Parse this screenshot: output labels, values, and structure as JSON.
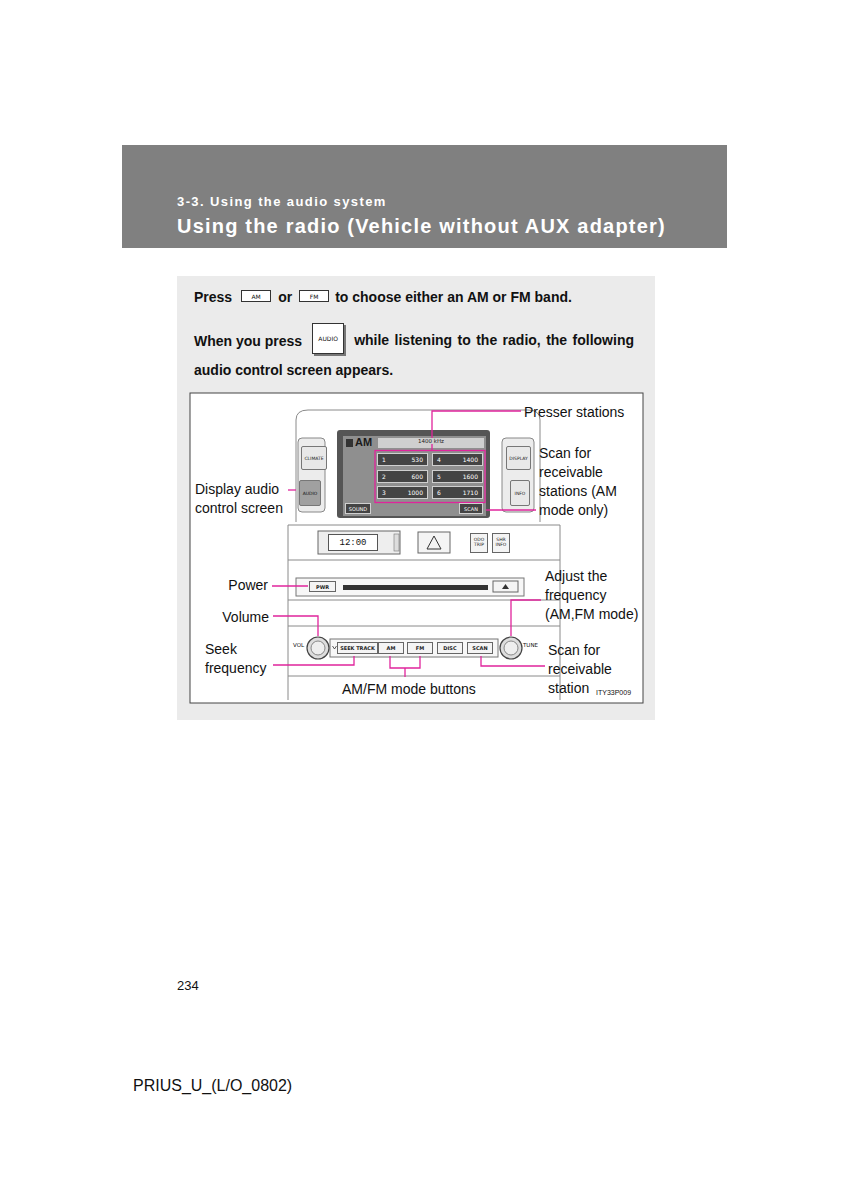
{
  "diagram": {
    "nodes": [
      {
        "text": [
          "3-3. Using the audio system",
          "Using the radio (Vehicle without AUX adapter)"
        ]
      },
      {
        "text": [
          "Press",
          "or",
          "to choose either an AM or FM band.",
          "When you press",
          "while listening to the radio, the following audio control screen appears."
        ]
      },
      {
        "text": [
          "AM"
        ],
        "in": 1
      },
      {
        "text": [
          "FM"
        ],
        "in": 1
      },
      {
        "text": [
          "AUDIO"
        ],
        "in": 1
      },
      {
        "text": [
          "AM",
          "1400 kHz"
        ],
        "in": 1
      },
      {
        "text": [
          "1",
          "530"
        ],
        "in": 5
      },
      {
        "text": [
          "4",
          "1400"
        ],
        "in": 5
      },
      {
        "text": [
          "2",
          "600"
        ],
        "in": 5
      },
      {
        "text": [
          "5",
          "1600"
        ],
        "in": 5
      },
      {
        "text": [
          "3",
          "1000"
        ],
        "in": 5
      },
      {
        "text": [
          "6",
          "1710"
        ],
        "in": 5
      },
      {
        "text": [
          "SOUND"
        ],
        "in": 5
      },
      {
        "text": [
          "SCAN"
        ],
        "in": 5
      },
      {
        "text": [
          "CLIMATE"
        ],
        "in": 1
      },
      {
        "text": [
          "AUDIO"
        ],
        "in": 1
      },
      {
        "text": [
          "DISPLAY"
        ],
        "in": 1
      },
      {
        "text": [
          "INFO"
        ],
        "in": 1
      },
      {
        "text": [
          "12:00"
        ],
        "in": 1
      },
      {
        "text": [
          "ODO TRIP"
        ],
        "in": 1
      },
      {
        "text": [
          "SHR INFO"
        ],
        "in": 1
      },
      {
        "text": [
          "PWR"
        ],
        "in": 1
      },
      {
        "text": [
          "SEEK TRACK"
        ],
        "in": 1
      },
      {
        "text": [
          "AM"
        ],
        "in": 1
      },
      {
        "text": [
          "FM"
        ],
        "in": 1
      },
      {
        "text": [
          "DISC"
        ],
        "in": 1
      },
      {
        "text": [
          "SCAN"
        ],
        "in": 1
      }
    ],
    "labels": [
      "Presser stations",
      "Scan for receivable stations (AM mode only)",
      "Display audio control screen",
      "Power",
      "Volume",
      "Seek frequency",
      "AM/FM mode buttons",
      "Adjust the frequency (AM,FM mode)",
      "Scan for receivable station",
      "VOL",
      "TUNE",
      "ITY33P009",
      "234",
      "PRIUS_U_(L/O_0802)"
    ]
  }
}
